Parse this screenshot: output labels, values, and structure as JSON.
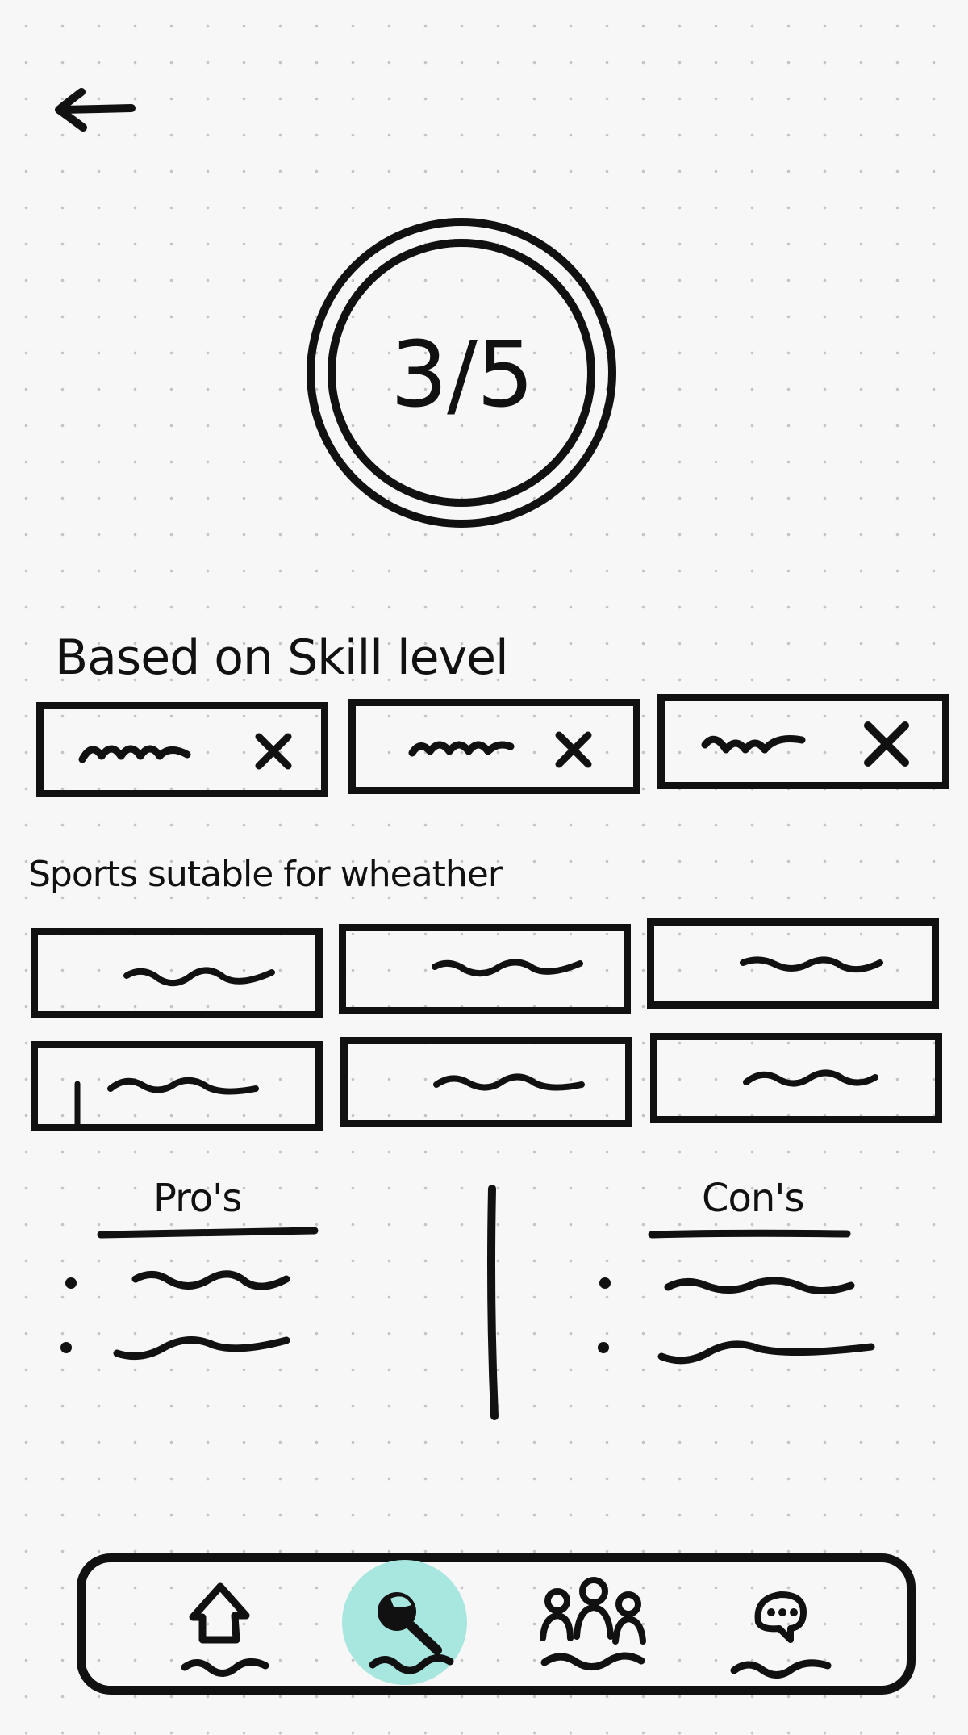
{
  "header": {
    "back_icon": "arrow-left-icon"
  },
  "score": {
    "value": "3/5"
  },
  "skill_section": {
    "title": "Based on Skill level",
    "chip_remove_icon": "close-icon",
    "chip_count": 3
  },
  "weather_section": {
    "title": "Sports sutable for wheather",
    "option_count": 6
  },
  "pros_cons": {
    "pros_title": "Pro's",
    "cons_title": "Con's"
  },
  "bottom_nav": {
    "items": [
      {
        "icon": "upload-icon"
      },
      {
        "icon": "search-icon",
        "active": true
      },
      {
        "icon": "group-icon"
      },
      {
        "icon": "chat-icon"
      }
    ],
    "active_color": "#a8e6e0"
  },
  "colors": {
    "ink": "#111111",
    "background": "#f7f7f7",
    "grid_dot": "#c4c4c4",
    "highlight": "#a8e6e0"
  }
}
